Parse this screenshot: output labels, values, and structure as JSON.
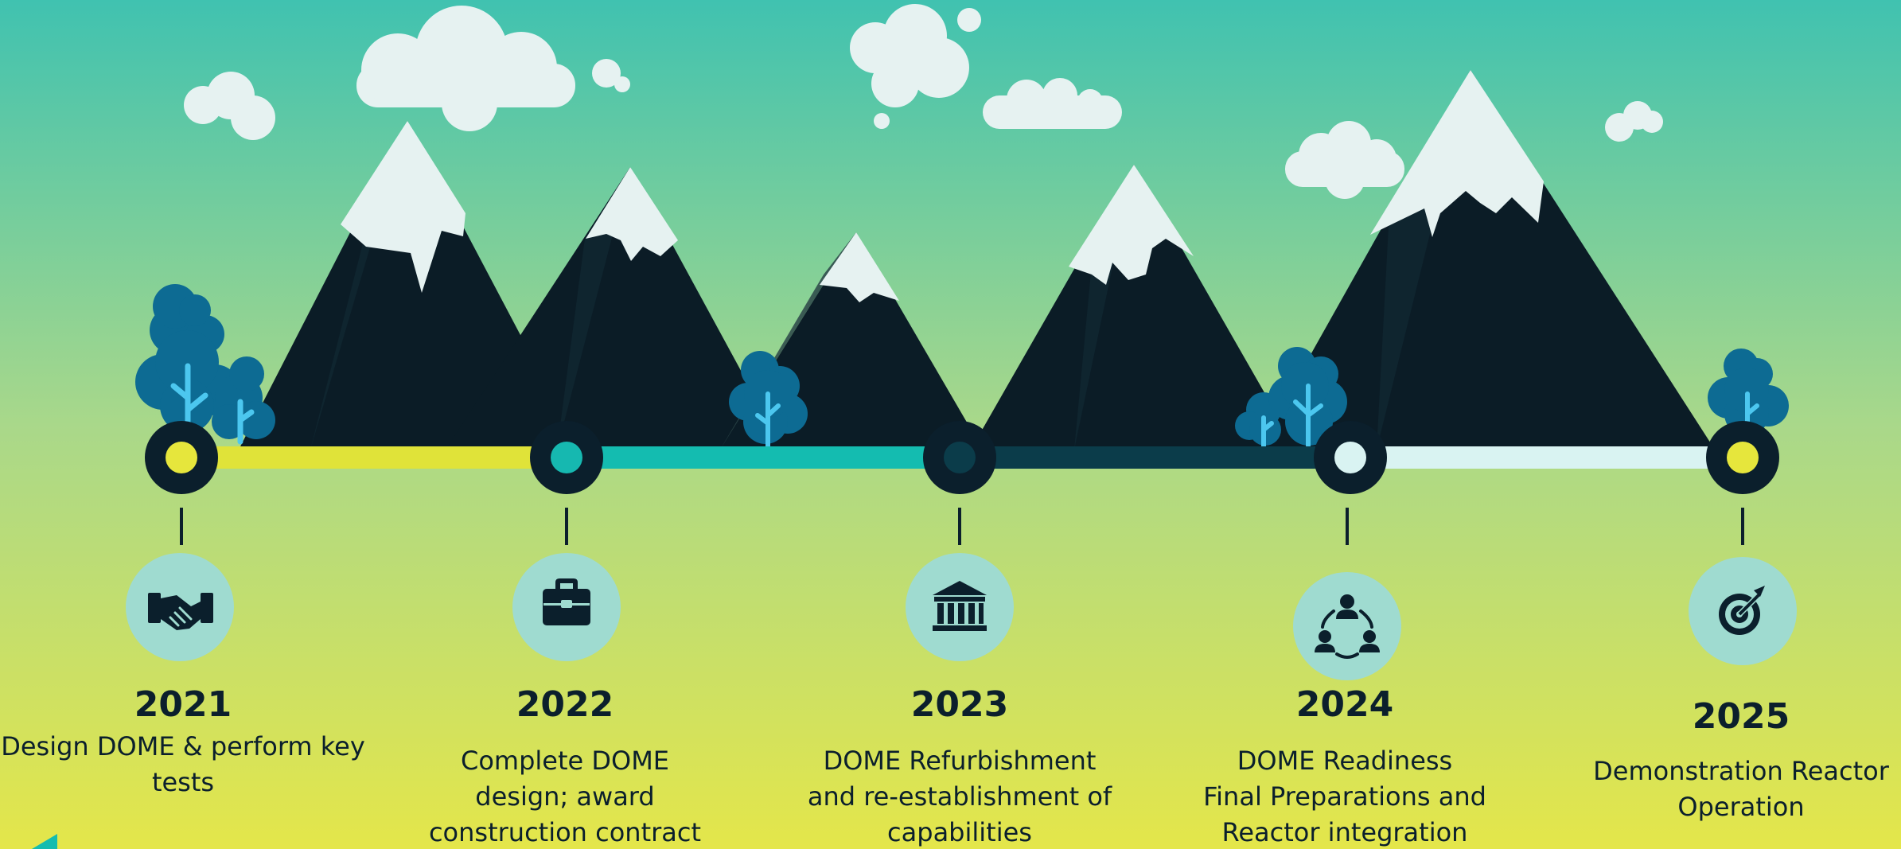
{
  "colors": {
    "sky_top": "#40c2b0",
    "ground_bottom": "#e4e64a",
    "mountain": "#0b1c26",
    "snow": "#e6f2f1",
    "cloud": "#e6f2f1",
    "tree": "#0d6b93",
    "trunk": "#4cc7ef",
    "node_ring": "#0b1f2c",
    "icon_circle": "#9fdbd0",
    "text": "#0b1f2c"
  },
  "segments": [
    {
      "color": "#e0e339"
    },
    {
      "color": "#14bcb0"
    },
    {
      "color": "#0b3c4a"
    },
    {
      "color": "#d9f3f2"
    }
  ],
  "milestones": [
    {
      "year": "2021",
      "description": "Design DOME & perform key\ntests",
      "icon": "handshake-icon",
      "node_color": "#e6e63c"
    },
    {
      "year": "2022",
      "description": "Complete DOME\ndesign; award\nconstruction contract",
      "icon": "briefcase-icon",
      "node_color": "#16b8b0"
    },
    {
      "year": "2023",
      "description": "DOME Refurbishment\nand re-establishment of\ncapabilities",
      "icon": "building-icon",
      "node_color": "#0b3c4a"
    },
    {
      "year": "2024",
      "description": "DOME Readiness\nFinal Preparations and\nReactor integration",
      "icon": "team-icon",
      "node_color": "#d9f3f2"
    },
    {
      "year": "2025",
      "description": "Demonstration Reactor\nOperation",
      "icon": "target-icon",
      "node_color": "#e6e63c"
    }
  ]
}
